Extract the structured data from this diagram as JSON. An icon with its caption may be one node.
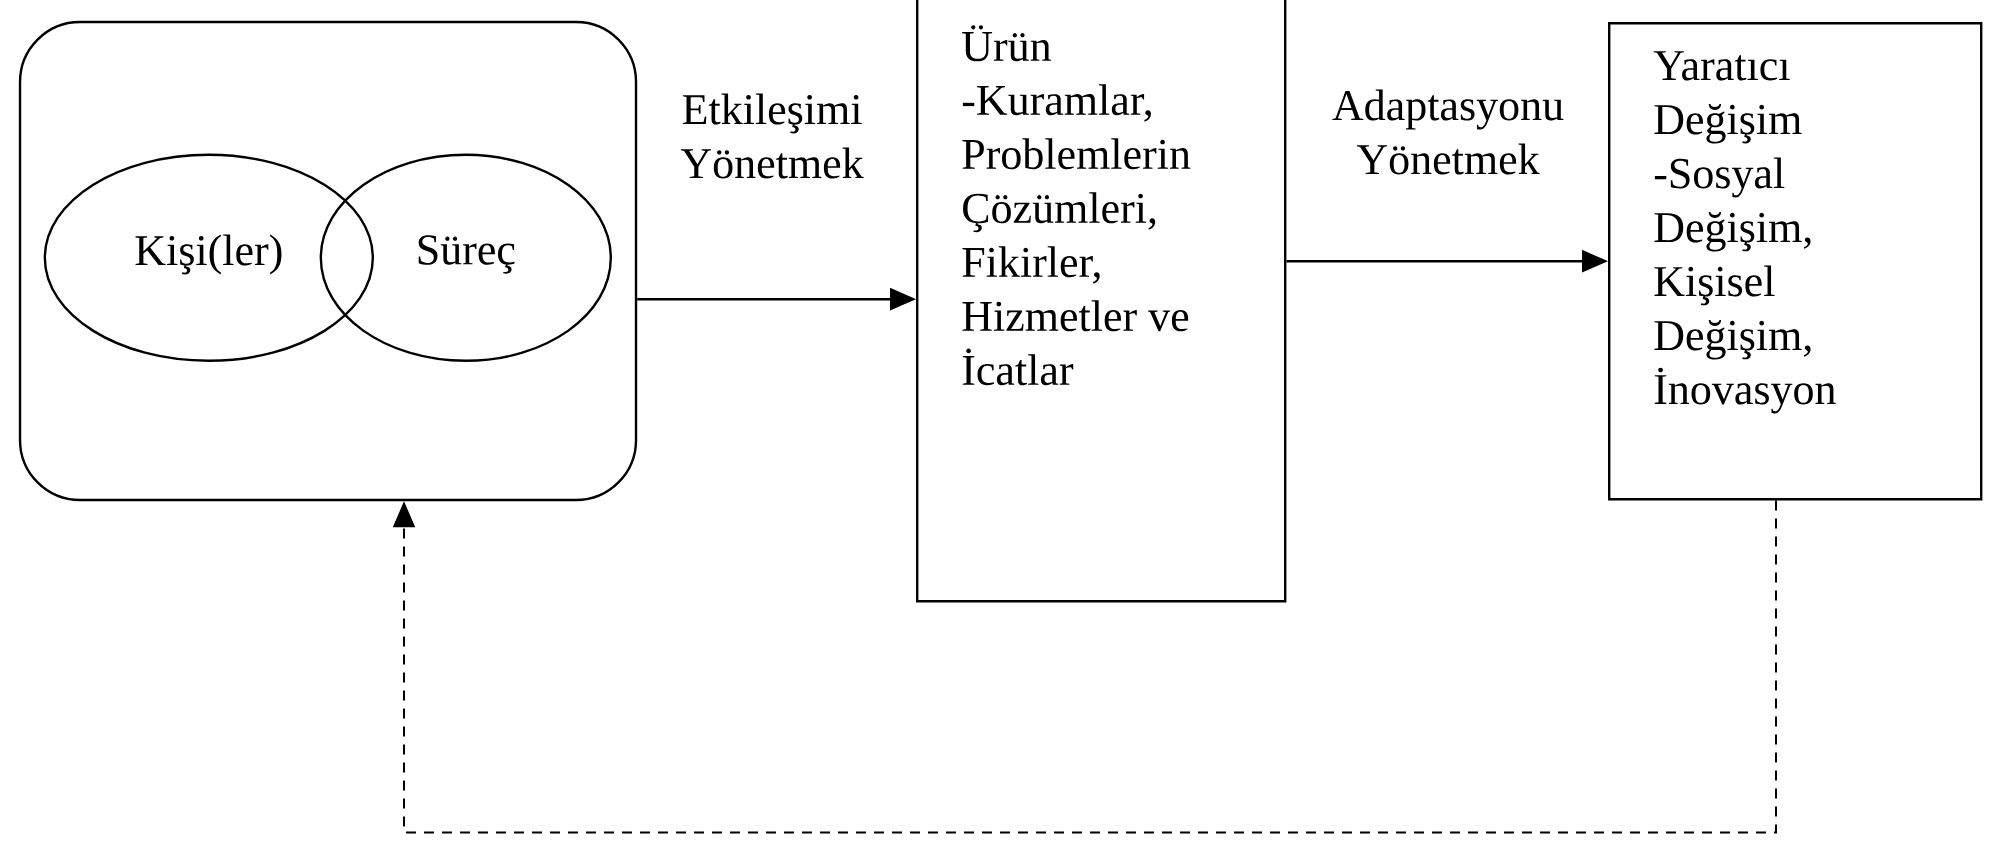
{
  "diagram": {
    "nodes": [
      {
        "text": [],
        "shape": "box"
      },
      {
        "text": [
          "Kişi(ler)"
        ],
        "in": 0
      },
      {
        "text": [
          "Süreç"
        ],
        "in": 0
      },
      {
        "text": [
          "Ürün",
          "-Kuramlar, Problemlerin Çözümleri, Fikirler, Hizmetler ve İcatlar"
        ]
      },
      {
        "text": [
          "Yaratıcı Değişim",
          "-Sosyal Değişim, Kişisel Değişim, İnovasyon"
        ]
      }
    ],
    "edges": [
      {
        "from": 0,
        "to": 3,
        "arrow": "to",
        "label": "Etkileşimi Yönetmek"
      },
      {
        "from": 3,
        "to": 4,
        "arrow": "to",
        "label": "Adaptasyonu Yönetmek"
      },
      {
        "from": 4,
        "to": 0,
        "arrow": "to",
        "style": "dashed"
      }
    ]
  }
}
